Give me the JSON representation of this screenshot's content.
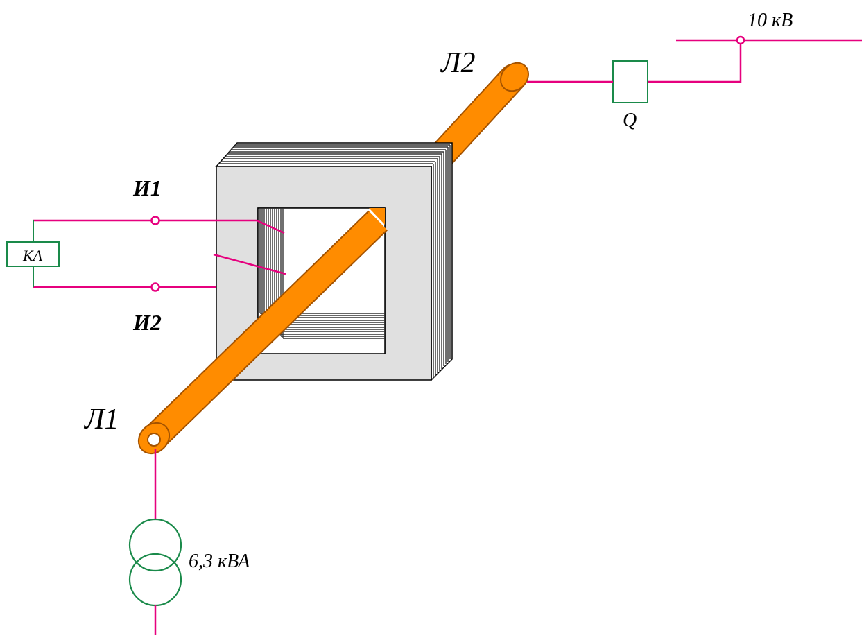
{
  "labels": {
    "line_end_2": "Л2",
    "line_end_1": "Л1",
    "secondary_1": "И1",
    "secondary_2": "И2",
    "relay": "КА",
    "breaker": "Q",
    "bus_voltage": "10 кВ",
    "transformer_rating": "6,3 кВА"
  },
  "colors": {
    "wire": "#e6007e",
    "symbol": "#1a8a4a",
    "conductor": "#ff8c00",
    "conductor_edge": "#a35200",
    "core_face": "#e0e0e0",
    "laminations": "#555555"
  }
}
